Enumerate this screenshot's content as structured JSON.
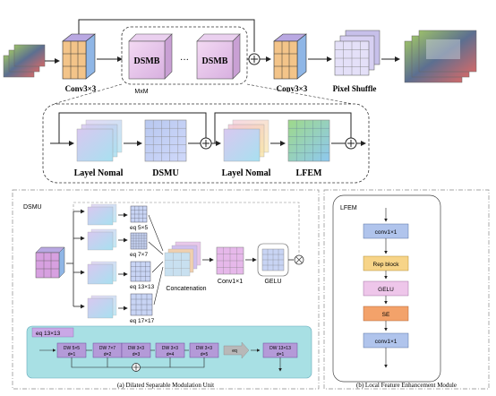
{
  "top": {
    "conv_left_label": "Conv3×3",
    "dsmb_label_1": "DSMB",
    "dots": "···",
    "dsmb_label_2": "DSMB",
    "repeat_label": "MxM",
    "conv_right_label": "Conv3×3",
    "pixel_shuffle_label": "Pixel Shuffle"
  },
  "dsmb_detail": {
    "norm1_label": "Layel Nomal",
    "dsmu_label": "DSMU",
    "norm2_label": "Layel Nomal",
    "lfem_label": "LFEM"
  },
  "dsmu_panel": {
    "title": "DSMU",
    "eq_labels": [
      "eq 5×5",
      "eq 7×7",
      "eq 13×13",
      "eq 17×17"
    ],
    "concat_label": "Concatenation",
    "conv_label": "Conv1×1",
    "gelu_label": "GELU",
    "inset_title": "eq 13×13",
    "dw_blocks": [
      {
        "line1": "DW 5×5",
        "line2": "d=1"
      },
      {
        "line1": "DW 7×7",
        "line2": "d=2"
      },
      {
        "line1": "DW 3×3",
        "line2": "d=3"
      },
      {
        "line1": "DW 3×3",
        "line2": "d=4"
      },
      {
        "line1": "DW 3×3",
        "line2": "d=5"
      }
    ],
    "eq_arrow_label": "eq",
    "dw_out_line1": "DW 13×13",
    "dw_out_line2": "d=1",
    "caption": "(a)  Dilated Separable Modulation Unit"
  },
  "lfem_panel": {
    "title": "LFEM",
    "blocks": [
      "conv1×1",
      "Rep block",
      "GELU",
      "SE",
      "conv1×1"
    ],
    "caption": "(b)  Local Feature Enhancement Module"
  }
}
